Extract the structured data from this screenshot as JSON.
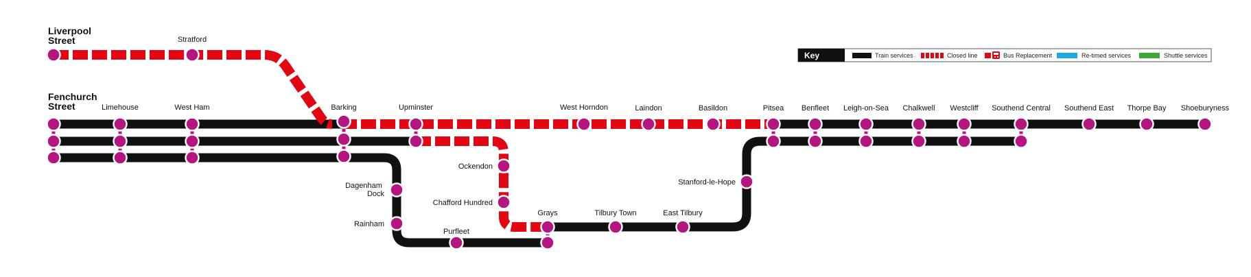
{
  "termini": {
    "liverpool_street": [
      "Liverpool",
      "Street"
    ],
    "fenchurch_street": [
      "Fenchurch",
      "Street"
    ]
  },
  "stations": {
    "stratford": "Stratford",
    "limehouse": "Limehouse",
    "west_ham": "West Ham",
    "barking": "Barking",
    "upminster": "Upminster",
    "west_horndon": "West Horndon",
    "laindon": "Laindon",
    "basildon": "Basildon",
    "pitsea": "Pitsea",
    "benfleet": "Benfleet",
    "leigh_on_sea": "Leigh-on-Sea",
    "chalkwell": "Chalkwell",
    "westcliff": "Westcliff",
    "southend_central": "Southend Central",
    "southend_east": "Southend East",
    "thorpe_bay": "Thorpe Bay",
    "shoeburyness": "Shoeburyness",
    "ockendon": "Ockendon",
    "chafford_hundred": "Chafford Hundred",
    "grays": "Grays",
    "tilbury_town": "Tilbury Town",
    "east_tilbury": "East Tilbury",
    "stanford_le_hope": "Stanford-le-Hope",
    "dagenham_dock": [
      "Dagenham",
      "Dock"
    ],
    "rainham": "Rainham",
    "purfleet": "Purfleet"
  },
  "key": {
    "title": "Key",
    "items": [
      {
        "id": "train",
        "label": "Train services",
        "color": "#111111",
        "style": "solid"
      },
      {
        "id": "closed",
        "label": "Closed line",
        "color": "#e30613",
        "style": "dashed"
      },
      {
        "id": "bus",
        "label": "Bus Replacement",
        "color": "#e30613",
        "style": "bus-icon"
      },
      {
        "id": "retimed",
        "label": "Re-timed services",
        "color": "#1ba9e1",
        "style": "solid"
      },
      {
        "id": "shuttle",
        "label": "Shuttle services",
        "color": "#3aa935",
        "style": "solid"
      }
    ]
  },
  "colors": {
    "train_line": "#111111",
    "closed_line": "#e30613",
    "station_dot": "#b5157f",
    "station_outline": "#ffffff"
  }
}
